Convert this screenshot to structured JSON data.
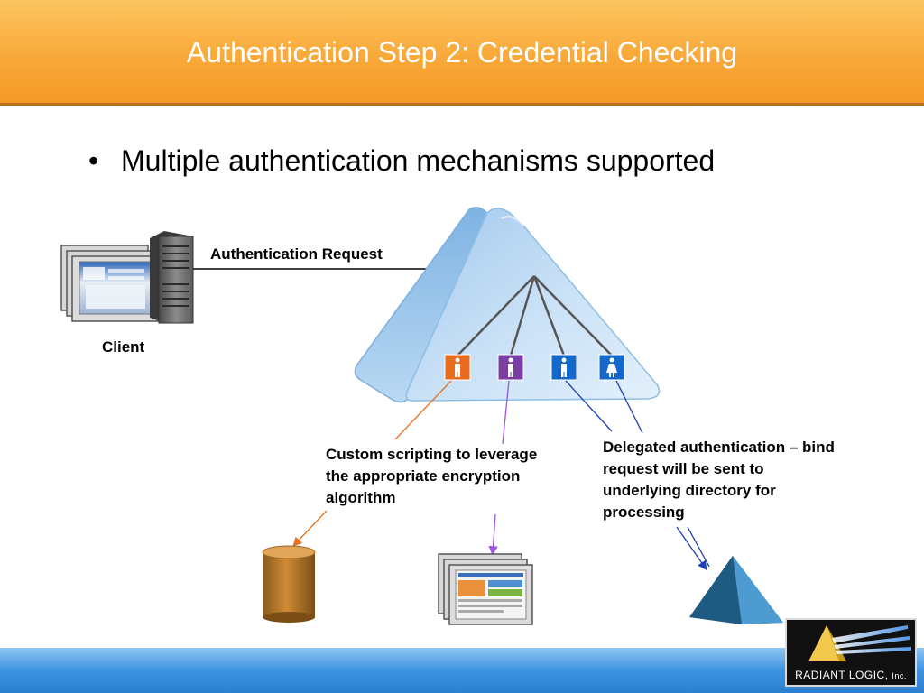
{
  "slide": {
    "title": "Authentication Step 2: Credential Checking",
    "bullet": "Multiple authentication mechanisms supported"
  },
  "diagram": {
    "request_label": "Authentication Request",
    "client_label": "Client",
    "custom_scripting_label": "Custom scripting to leverage the appropriate encryption algorithm",
    "delegated_label": "Delegated authentication – bind request will be sent to underlying directory for processing"
  },
  "logo": {
    "name": "RADIANT LOGIC,",
    "suffix": "Inc."
  },
  "colors": {
    "header": "#f9a93a",
    "footer": "#3d93e0",
    "user_orange": "#e96b1e",
    "user_purple": "#7a3da3",
    "user_blue": "#1368c9",
    "user_blue2": "#1368c9",
    "line_orange": "#e8731f",
    "line_purple": "#9b55e0",
    "line_blue": "#1c3fb3"
  },
  "icons": [
    "server-icon",
    "screens-icon",
    "person-icon",
    "database-icon",
    "directory-triangle-icon"
  ]
}
